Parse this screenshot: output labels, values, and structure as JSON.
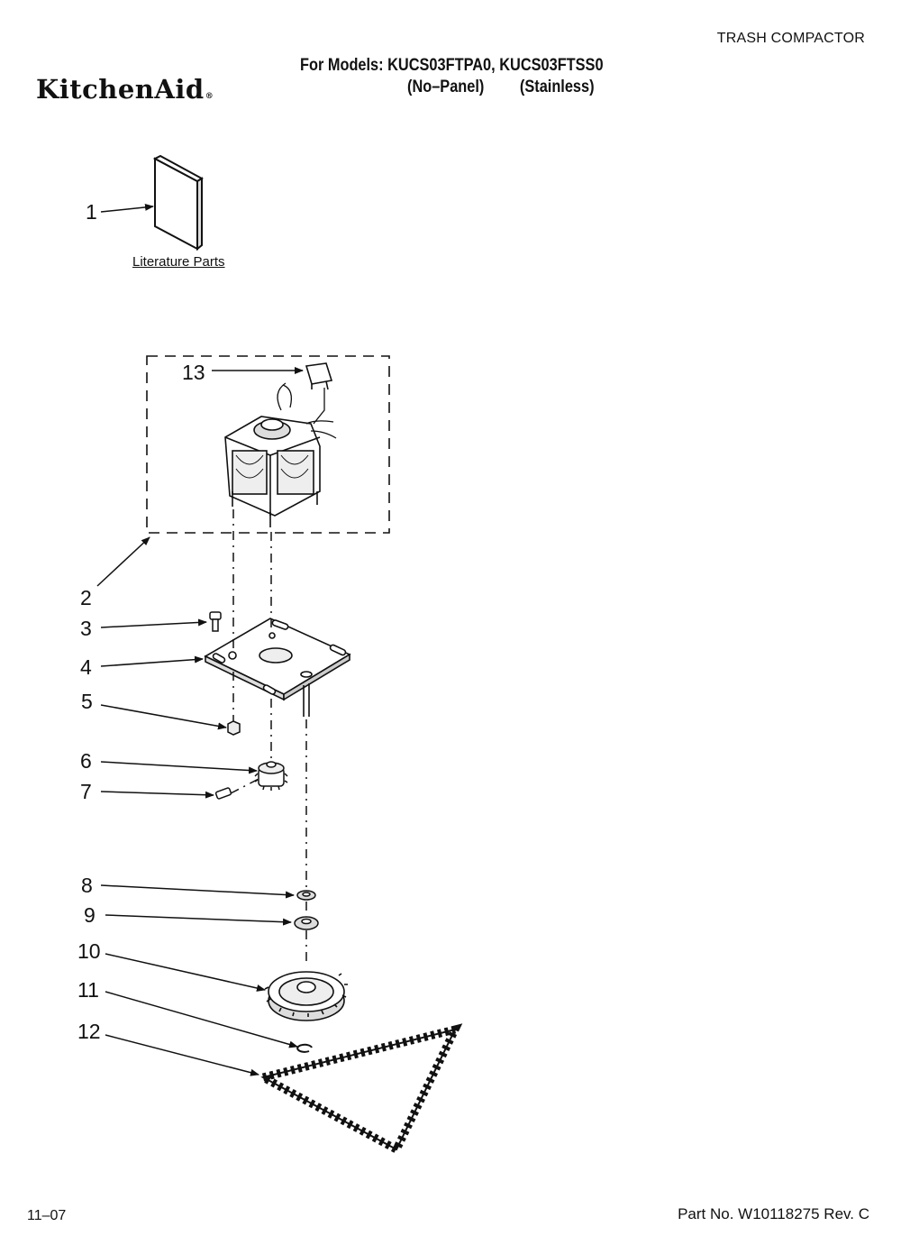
{
  "header": {
    "category": "TRASH COMPACTOR",
    "brand_logo": "KitchenAid",
    "models_line": "For Models: KUCS03FTPA0, KUCS03FTSS0",
    "variant_1": "(No–Panel)",
    "variant_2": "(Stainless)"
  },
  "literature": {
    "label": "Literature Parts"
  },
  "callouts": [
    "1",
    "2",
    "3",
    "4",
    "5",
    "6",
    "7",
    "8",
    "9",
    "10",
    "11",
    "12",
    "13"
  ],
  "footer": {
    "date": "11–07",
    "part_number": "Part No. W10118275 Rev. C"
  }
}
